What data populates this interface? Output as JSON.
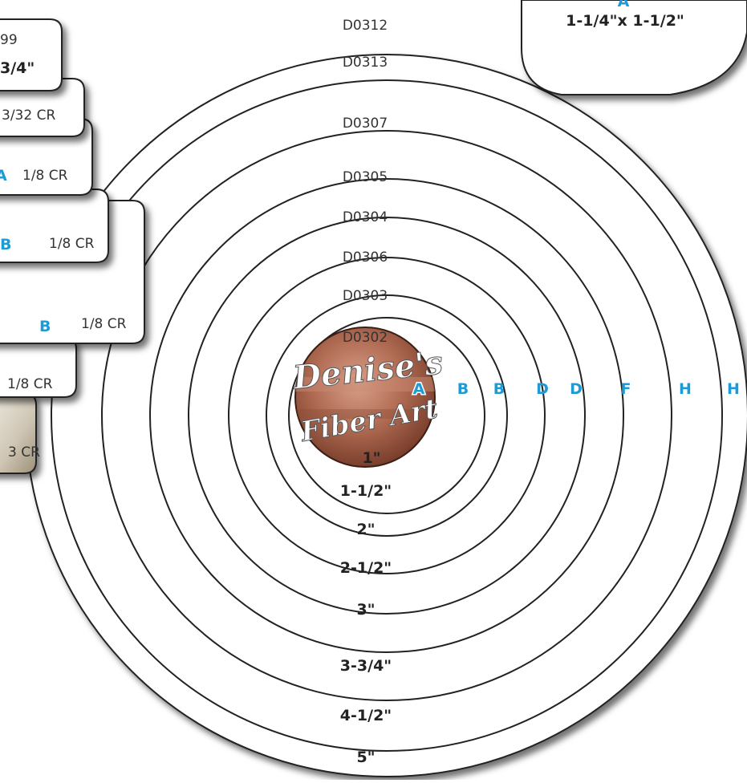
{
  "circle_codes": [
    "D0312",
    "D0313",
    "D0307",
    "D0305",
    "D0304",
    "D0306",
    "D0303",
    "D0302"
  ],
  "circle_sizes": [
    "1\"",
    "1-1/2\"",
    "2\"",
    "2-1/2\"",
    "3\"",
    "3-3/4\"",
    "4-1/2\"",
    "5\""
  ],
  "grade_row": [
    "A",
    "B",
    "B",
    "D",
    "D",
    "F",
    "H",
    "H"
  ],
  "oval_card": {
    "grade": "A",
    "size": "1-1/4\"x 1-1/2\""
  },
  "left_cards": [
    {
      "top_text": "99",
      "bold_text": "3/4\""
    },
    {
      "corner_text": "3/32 CR"
    },
    {
      "grade": "A",
      "corner_text": "1/8 CR"
    },
    {
      "grade": "B",
      "corner_text": "1/8 CR"
    },
    {
      "grade": "B",
      "corner_text": "1/8 CR"
    },
    {
      "corner_text": "1/8 CR"
    },
    {
      "corner_text": "3 CR"
    }
  ],
  "logo": {
    "line1": "Denise's",
    "line2": "Fiber Art"
  },
  "colors": {
    "accent": "#1e9bd7",
    "ink": "#222222",
    "card": "#ffffff",
    "logo": "#b06a52"
  }
}
